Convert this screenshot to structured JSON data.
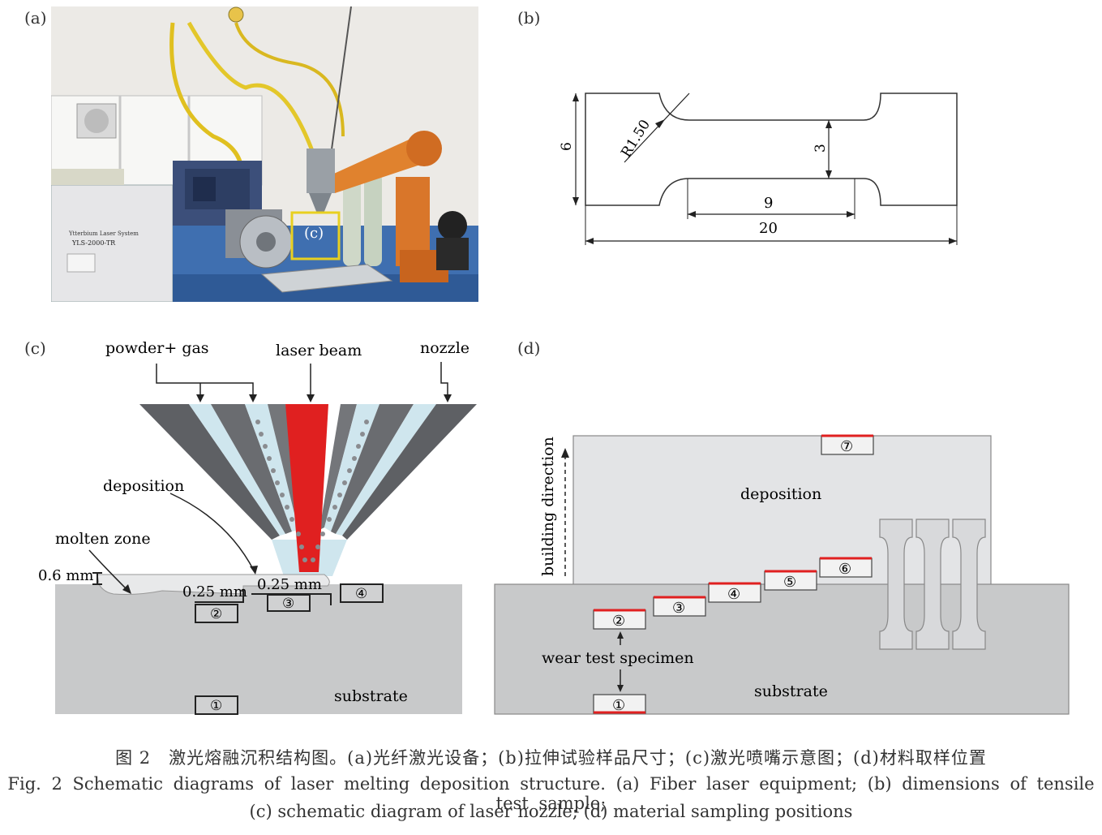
{
  "panels": {
    "a": {
      "label": "(a)",
      "inset_label": "(c)",
      "unit_label_1": "Ytterbium Laser System",
      "unit_label_2": "YLS-2000-TR"
    },
    "b": {
      "label": "(b)",
      "dim_radius": "R1.50",
      "dim_height": "6",
      "dim_neck": "3",
      "dim_gauge": "9",
      "dim_total": "20"
    },
    "c": {
      "label": "(c)",
      "powder_gas": "powder+ gas",
      "laser_beam": "laser beam",
      "nozzle": "nozzle",
      "deposition": "deposition",
      "molten_zone": "molten zone",
      "dim_06": "0.6 mm",
      "dim_025a": "0.25 mm",
      "dim_025b": "0.25 mm",
      "substrate": "substrate",
      "s1": "①",
      "s2": "②",
      "s3": "③",
      "s4": "④"
    },
    "d": {
      "label": "(d)",
      "building_direction": "building direction",
      "deposition": "deposition",
      "wear_test": "wear test specimen",
      "substrate": "substrate",
      "s1": "①",
      "s2": "②",
      "s3": "③",
      "s4": "④",
      "s5": "⑤",
      "s6": "⑥",
      "s7": "⑦"
    }
  },
  "caption": {
    "cn": "图 2　激光熔融沉积结构图。(a)光纤激光设备；(b)拉伸试验样品尺寸；(c)激光喷嘴示意图；(d)材料取样位置",
    "en_line1": "Fig. 2   Schematic diagrams of laser melting deposition structure. (a) Fiber laser equipment; (b) dimensions of tensile test sample;",
    "en_line2": "(c) schematic diagram of laser nozzle; (d) material sampling positions"
  },
  "colors": {
    "laser": "#e02020",
    "sample_line": "#e02020",
    "substrate": "#c8c9ca",
    "deposition": "#e3e4e6",
    "nozzle_dark": "#606266",
    "gas_channel": "#cfe6ee"
  }
}
